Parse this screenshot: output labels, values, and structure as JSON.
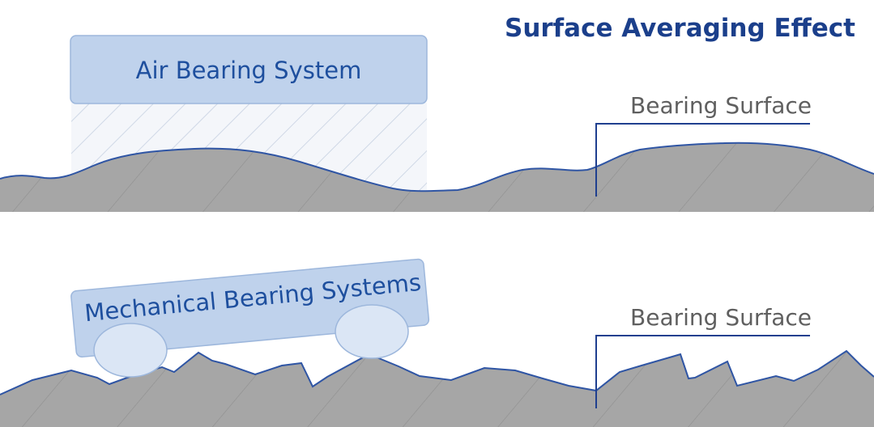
{
  "title": "Surface Averaging Effect",
  "top_panel": {
    "system_label": "Air Bearing System",
    "surface_label": "Bearing Surface"
  },
  "bottom_panel": {
    "system_label": "Mechanical Bearing Systems",
    "surface_label": "Bearing Surface"
  },
  "colors": {
    "title": "#1b3f8b",
    "label_text": "#1e4f9e",
    "box_fill": "#bfd2ec",
    "box_stroke": "#9db7dc",
    "wheel_fill": "#dbe6f5",
    "ground_fill": "#a6a6a6",
    "ground_outline": "#2f55a4",
    "leader_line": "#1f3f8f",
    "surface_label": "#5f5f5f",
    "hatch": "#cfd8e6"
  }
}
